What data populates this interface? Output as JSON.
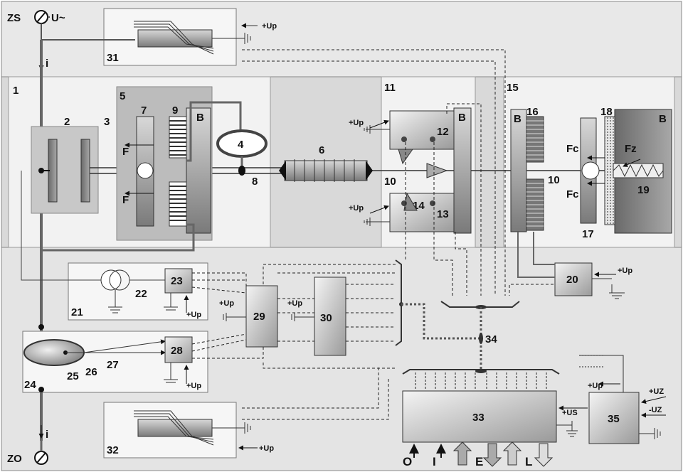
{
  "terminals": {
    "top_id": "ZS",
    "top_voltage": "U~",
    "bottom_id": "ZO",
    "current": "i"
  },
  "supply": {
    "up": "+Up",
    "uz_plus": "+UZ",
    "uz_minus": "-UZ",
    "us": "+US"
  },
  "blocks": {
    "b1": "1",
    "b2": "2",
    "b3": "3",
    "b4": "4",
    "b5": "5",
    "b6": "6",
    "b7": "7",
    "b8": "8",
    "b9": "9",
    "b10": "10",
    "b11": "11",
    "b12": "12",
    "b13": "13",
    "b14": "14",
    "b15": "15",
    "b16": "16",
    "b17": "17",
    "b18": "18",
    "b19": "19",
    "b20": "20",
    "b21": "21",
    "b22": "22",
    "b23": "23",
    "b24": "24",
    "b25": "25",
    "b26": "26",
    "b27": "27",
    "b28": "28",
    "b29": "29",
    "b30": "30",
    "b31": "31",
    "b32": "32",
    "b33": "33",
    "b34": "34",
    "b35": "35"
  },
  "forces": {
    "f": "F",
    "fz": "Fz",
    "fc": "Fc"
  },
  "magnet_pole": "B",
  "outputs": [
    "O",
    "I",
    "E",
    "L"
  ]
}
